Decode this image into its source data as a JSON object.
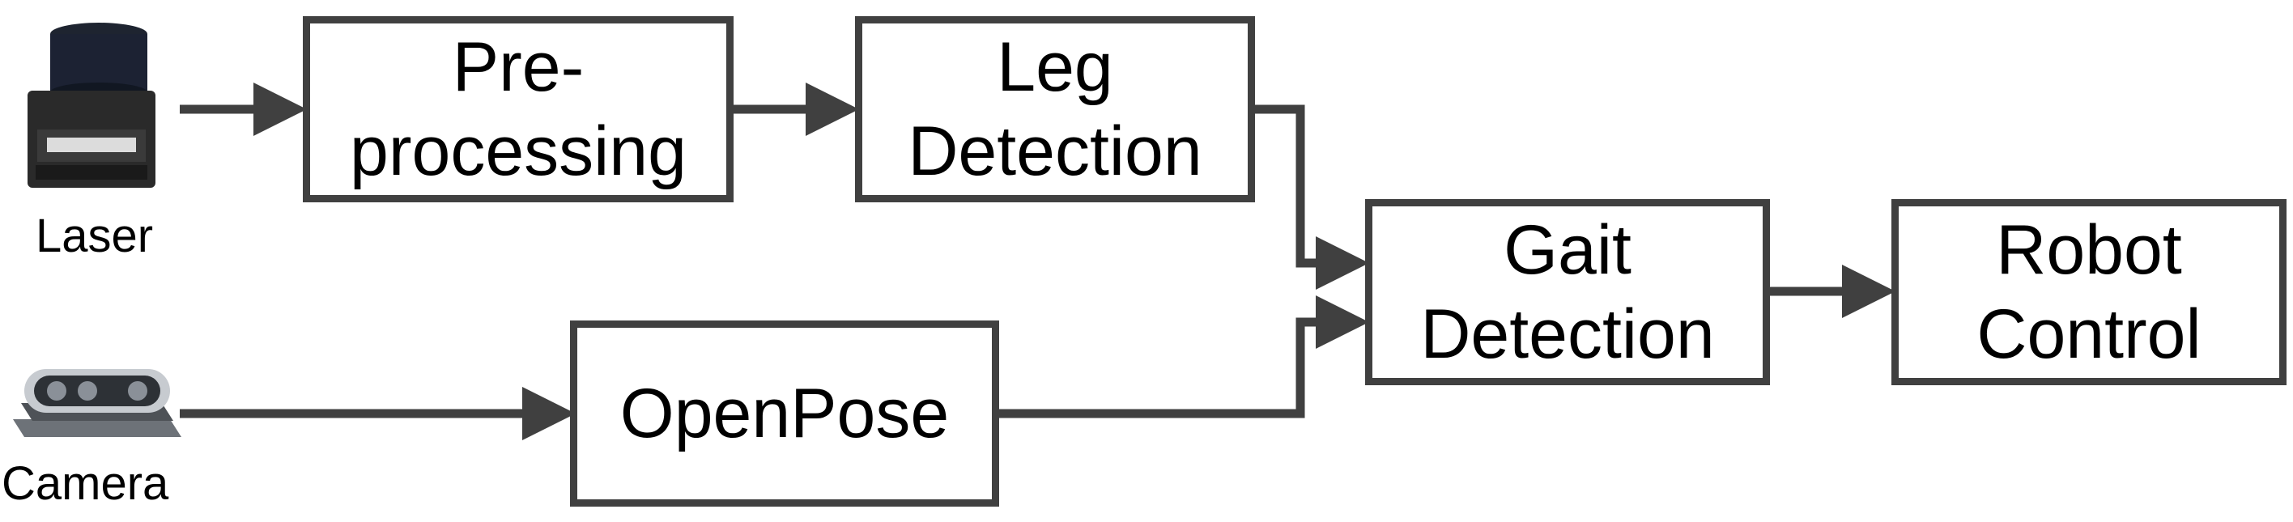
{
  "sensors": {
    "laser": {
      "label": "Laser"
    },
    "camera": {
      "label": "Camera"
    }
  },
  "blocks": {
    "preprocessing": {
      "line1": "Pre-",
      "line2": "processing"
    },
    "leg_detection": {
      "line1": "Leg",
      "line2": "Detection"
    },
    "openpose": {
      "line1": "OpenPose"
    },
    "gait_detection": {
      "line1": "Gait",
      "line2": "Detection"
    },
    "robot_control": {
      "line1": "Robot",
      "line2": "Control"
    }
  },
  "colors": {
    "line": "#404040",
    "box_border": "#404040",
    "text": "#000000"
  }
}
